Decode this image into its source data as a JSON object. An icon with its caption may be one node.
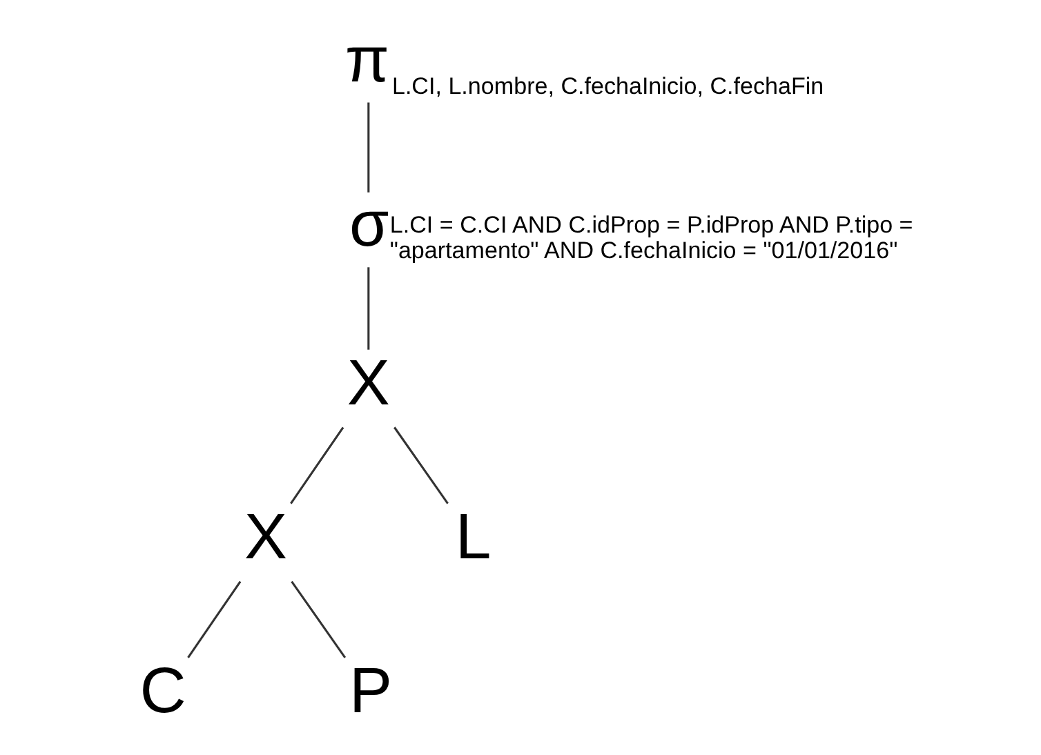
{
  "diagram": {
    "nodes": [
      {
        "text": [
          "π",
          "L.CI, L.nombre, C.fechaInicio, C.fechaFin"
        ]
      },
      {
        "text": [
          "σ",
          "L.CI = C.CI AND C.idProp = P.idProp AND P.tipo = \"apartamento\" AND C.fechaInicio = \"01/01/2016\""
        ]
      },
      {
        "text": [
          "X"
        ]
      },
      {
        "text": [
          "X"
        ]
      },
      {
        "text": [
          "C"
        ]
      },
      {
        "text": [
          "P"
        ]
      },
      {
        "text": [
          "L"
        ]
      }
    ],
    "edges": [
      {
        "from": 0,
        "to": 1,
        "arrow": "none"
      },
      {
        "from": 1,
        "to": 2,
        "arrow": "none"
      },
      {
        "from": 2,
        "to": 3,
        "arrow": "none"
      },
      {
        "from": 2,
        "to": 6,
        "arrow": "none"
      },
      {
        "from": 3,
        "to": 4,
        "arrow": "none"
      },
      {
        "from": 3,
        "to": 5,
        "arrow": "none"
      }
    ]
  }
}
